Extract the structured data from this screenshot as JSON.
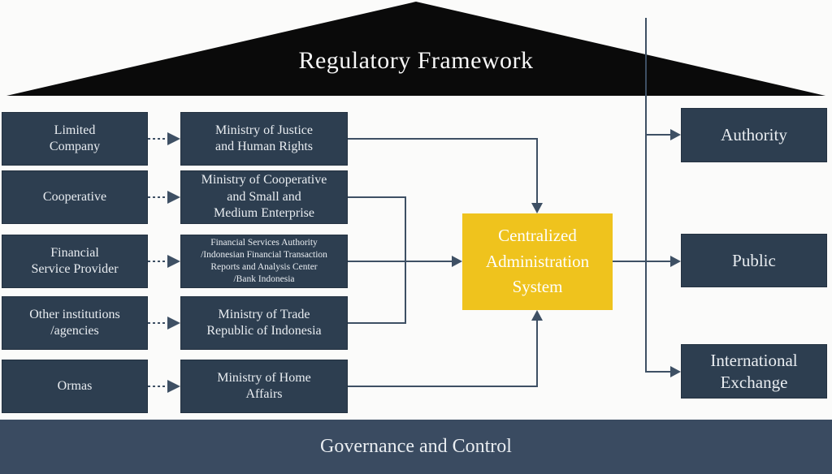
{
  "title": {
    "text": "Regulatory Framework"
  },
  "colors": {
    "box_navy": "#2D3E50",
    "footer_navy": "#3A4B61",
    "accent_yellow": "#EFC31D",
    "connector": "#3E5064",
    "roof_black": "#0A0A0A",
    "text_light": "#E9EDF1"
  },
  "entities": {
    "left_column": [
      {
        "label": "Limited\nCompany"
      },
      {
        "label": "Cooperative"
      },
      {
        "label": "Financial\nService Provider"
      },
      {
        "label": "Other institutions\n/agencies"
      },
      {
        "label": "Ormas"
      }
    ],
    "middle_column": [
      {
        "label": "Ministry of Justice\nand Human Rights"
      },
      {
        "label": "Ministry of Cooperative\nand Small and\nMedium Enterprise"
      },
      {
        "label": "Financial Services Authority\n/Indonesian Financial Transaction\nReports and Analysis Center\n/Bank Indonesia"
      },
      {
        "label": "Ministry of Trade\nRepublic of Indonesia"
      },
      {
        "label": "Ministry of Home\nAffairs"
      }
    ],
    "center": {
      "label": "Centralized\nAdministration\nSystem"
    },
    "right_column": [
      {
        "label": "Authority"
      },
      {
        "label": "Public"
      },
      {
        "label": "International\nExchange"
      }
    ],
    "footer": {
      "label": "Governance and Control"
    }
  }
}
